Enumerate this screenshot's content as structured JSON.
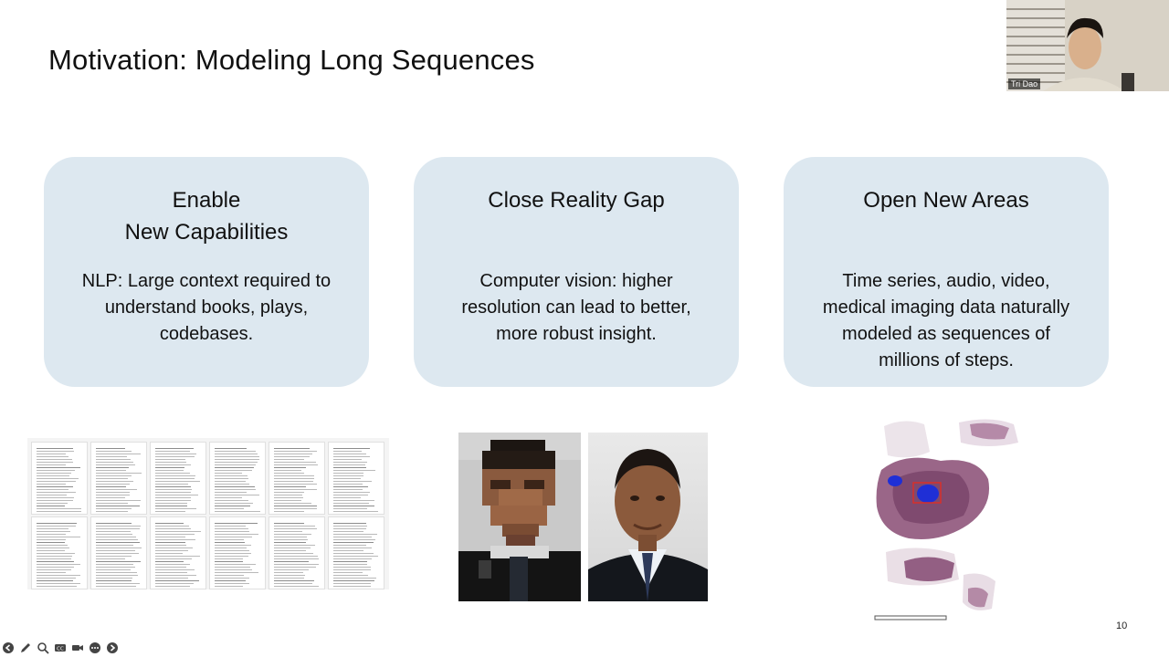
{
  "slide": {
    "title": "Motivation: Modeling Long Sequences",
    "page_number": "10"
  },
  "cards": [
    {
      "heading": "Enable\nNew Capabilities",
      "body": "NLP: Large context required to\nunderstand books, plays,\ncodebases."
    },
    {
      "heading": "Close Reality Gap",
      "body": "Computer vision: higher\nresolution can lead to better,\nmore robust insight."
    },
    {
      "heading": "Open New Areas",
      "body": "Time series, audio, video,\nmedical imaging data naturally\nmodeled as sequences of\nmillions of steps."
    }
  ],
  "webcam": {
    "name": "Tri Dao"
  },
  "colors": {
    "card_bg": "#dde8f0",
    "title": "#111111"
  },
  "toolbar": {
    "icons": [
      "back-arrow-icon",
      "pen-icon",
      "zoom-icon",
      "captions-icon",
      "camera-icon",
      "more-icon",
      "forward-arrow-icon"
    ]
  }
}
